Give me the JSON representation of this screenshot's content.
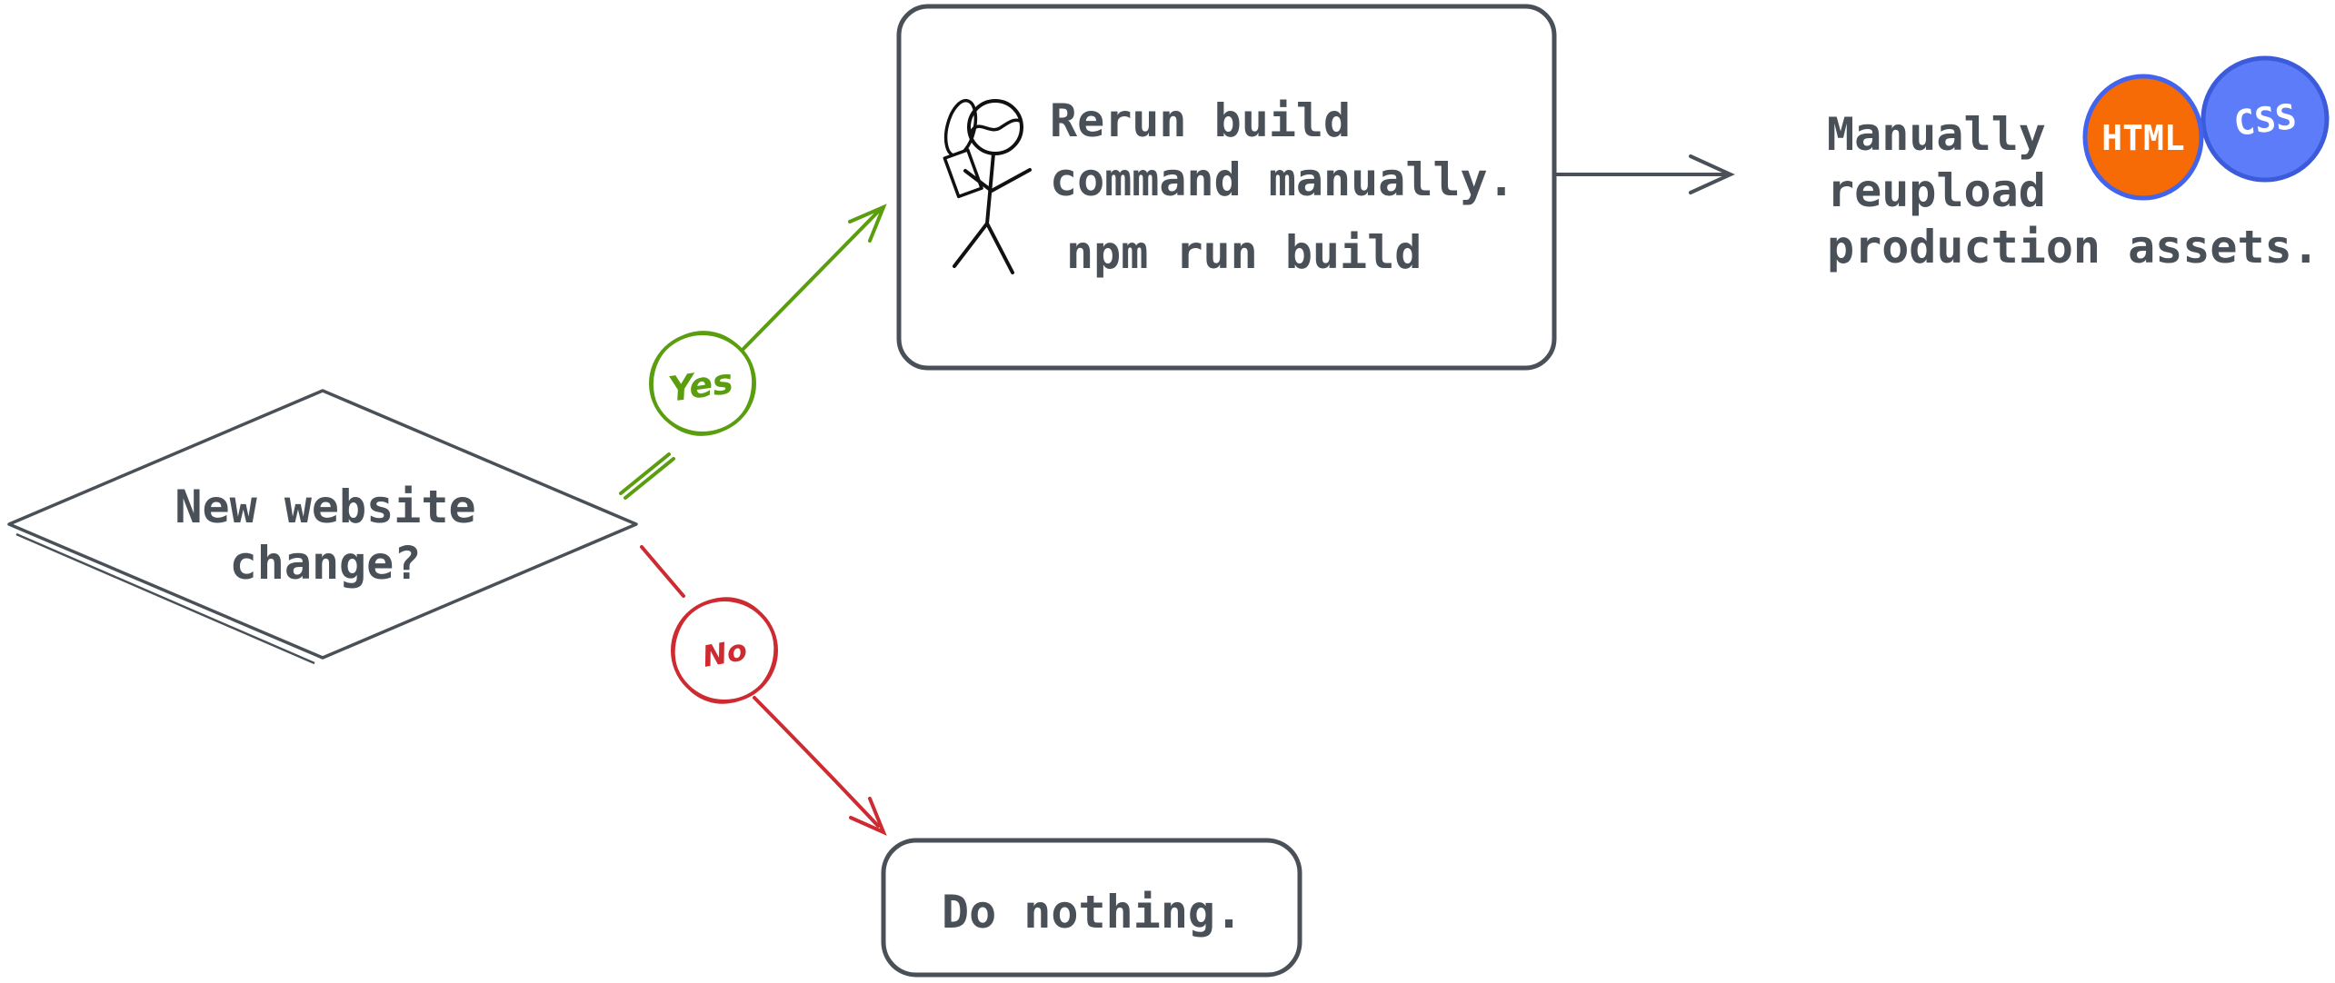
{
  "background": "#ffffff",
  "colors": {
    "stroke": "#495057",
    "green": "#5a9e0f",
    "red": "#cd2b31",
    "orange": "#ee8208",
    "figure": "#111111",
    "html_badge": {
      "fill": "#f76b07",
      "border": "#4263eb"
    },
    "css_badge": {
      "fill": "#5c7cfa",
      "border": "#3b5bdb"
    }
  },
  "decision": {
    "lines": [
      "New website",
      "change?"
    ]
  },
  "yes_label": "Yes",
  "no_label": "No",
  "build_box": {
    "lines": [
      "Rerun build",
      "command manually."
    ],
    "command": "npm run build"
  },
  "do_nothing": {
    "label": "Do nothing."
  },
  "reupload": {
    "lines": [
      "Manually",
      "reupload",
      "production assets."
    ]
  },
  "badges": {
    "html": "HTML",
    "css": "CSS"
  },
  "icons": {
    "stick_figure": "stick-figure-talking-on-phone"
  }
}
